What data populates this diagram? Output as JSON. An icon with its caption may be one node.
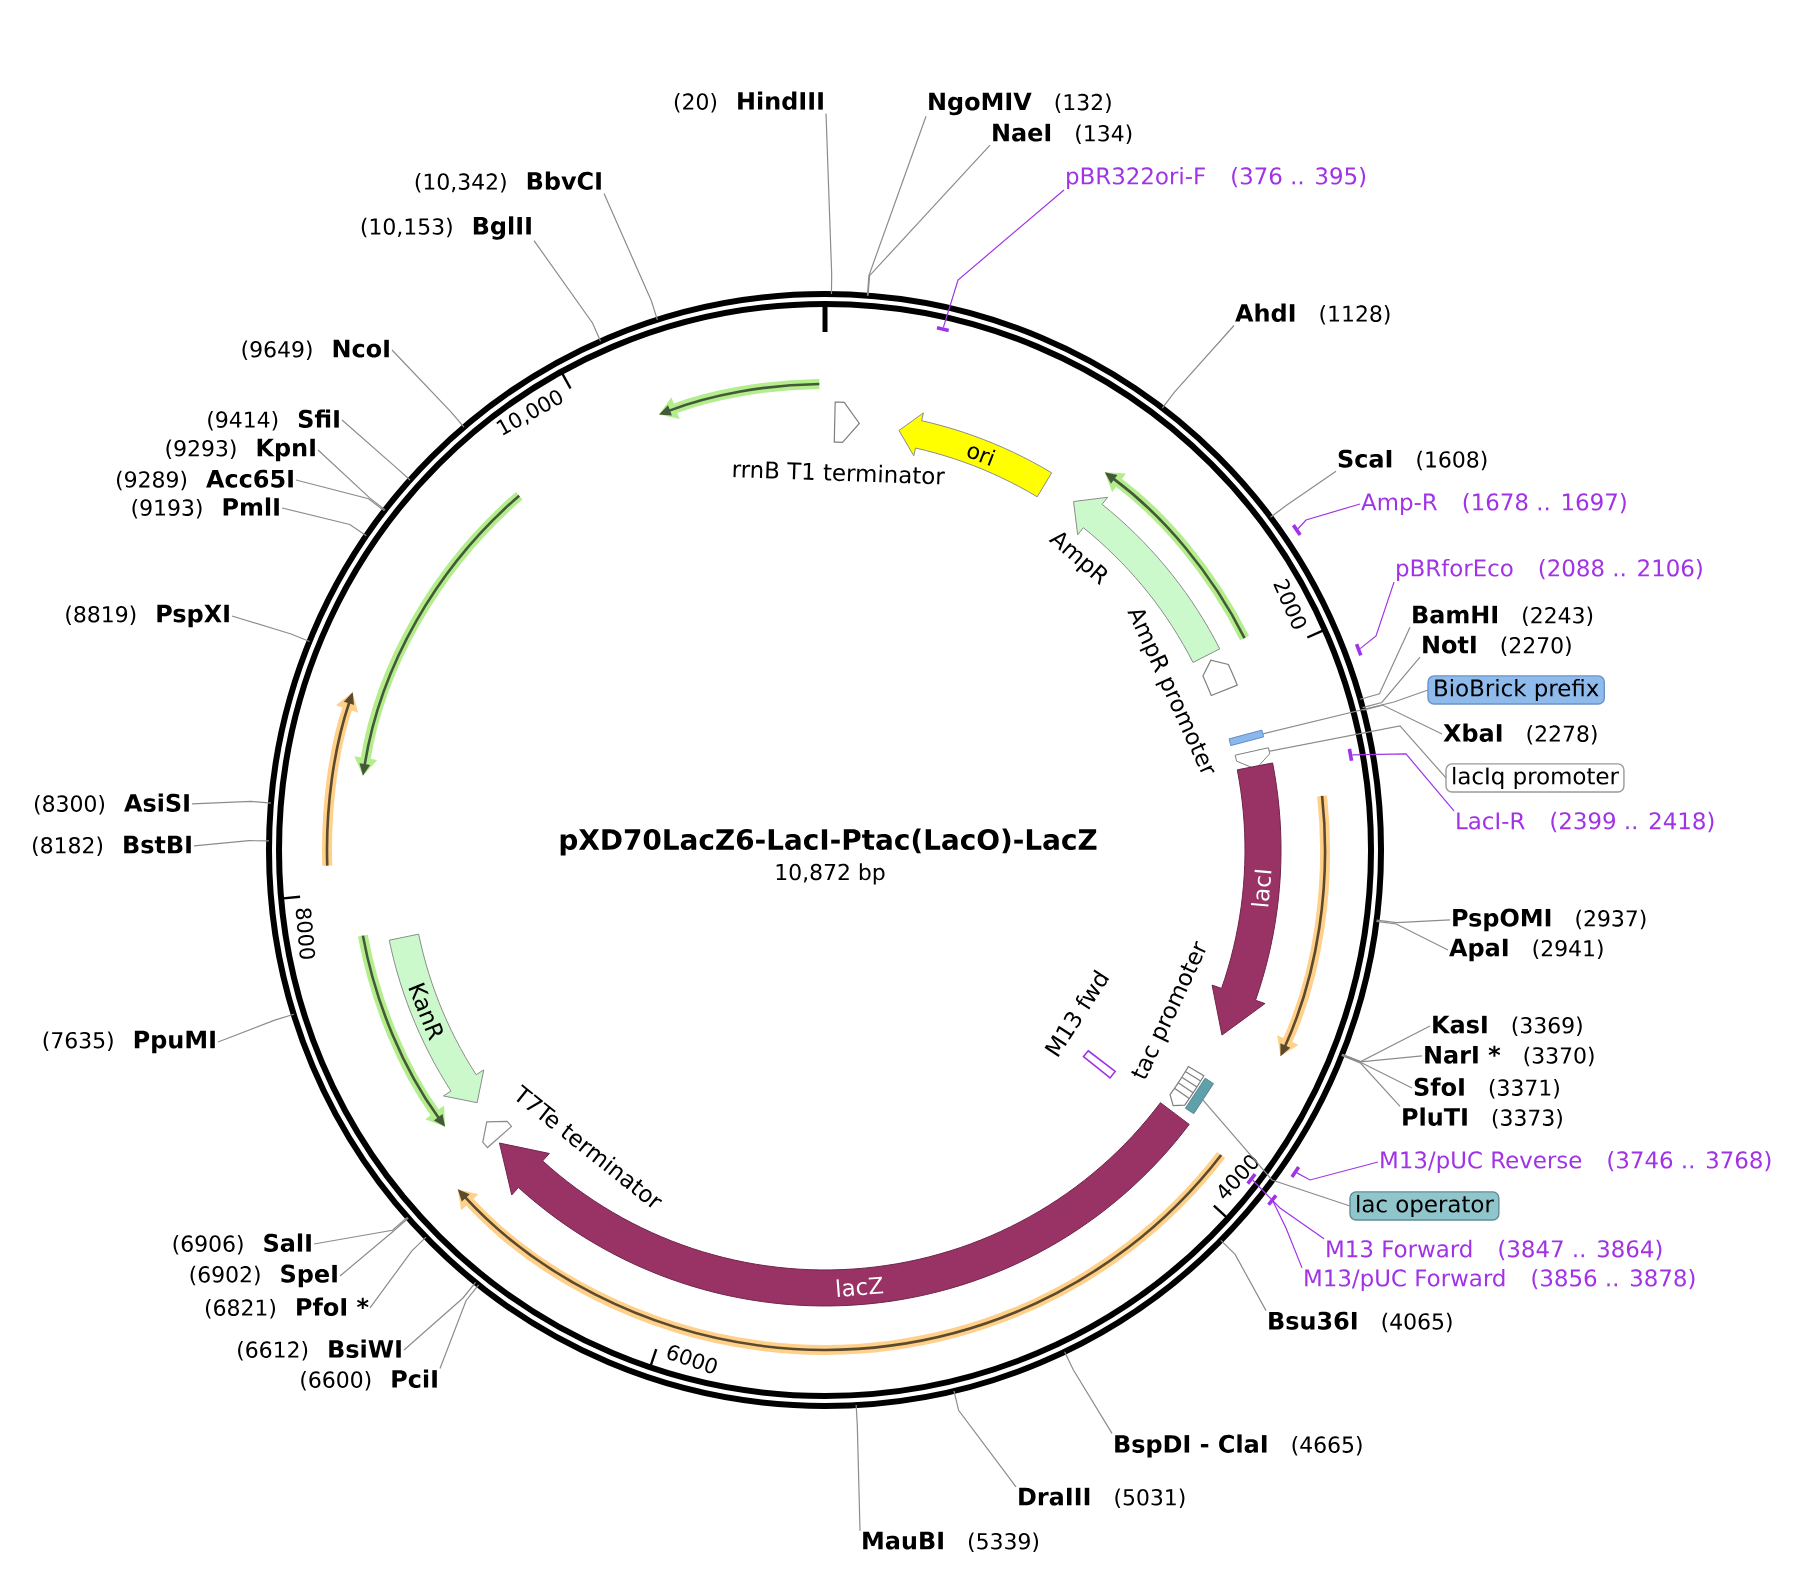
{
  "diagram": {
    "title": "pXD70LacZ6-LacI-Ptac(LacO)-LacZ",
    "nodes": [
      {
        "text": [],
        "shape": "circle"
      },
      {
        "text": [
          "(20)",
          "HindIII"
        ]
      },
      {
        "text": [
          "NgoMIV",
          "(132)"
        ]
      },
      {
        "text": [
          "NaeI",
          "(134)"
        ]
      },
      {
        "text": [
          "pBR322ori-F",
          "(376 .. 395)"
        ]
      },
      {
        "text": [
          "AhdI",
          "(1128)"
        ]
      },
      {
        "text": [
          "ScaI",
          "(1608)"
        ]
      },
      {
        "text": [
          "Amp-R",
          "(1678 .. 1697)"
        ]
      },
      {
        "text": [
          "pBRforEco",
          "(2088 .. 2106)"
        ]
      },
      {
        "text": [
          "BamHI",
          "(2243)"
        ]
      },
      {
        "text": [
          "NotI",
          "(2270)"
        ]
      },
      {
        "text": [
          "BioBrick prefix"
        ]
      },
      {
        "text": [
          "XbaI",
          "(2278)"
        ]
      },
      {
        "text": [
          "lacIq promoter"
        ]
      },
      {
        "text": [
          "LacI-R",
          "(2399 .. 2418)"
        ]
      },
      {
        "text": [
          "PspOMI",
          "(2937)"
        ]
      },
      {
        "text": [
          "ApaI",
          "(2941)"
        ]
      },
      {
        "text": [
          "KasI",
          "(3369)"
        ]
      },
      {
        "text": [
          "NarI *",
          "(3370)"
        ]
      },
      {
        "text": [
          "SfoI",
          "(3371)"
        ]
      },
      {
        "text": [
          "PluTI",
          "(3373)"
        ]
      },
      {
        "text": [
          "M13/pUC Reverse",
          "(3746 .. 3768)"
        ]
      },
      {
        "text": [
          "lac operator"
        ]
      },
      {
        "text": [
          "M13 Forward",
          "(3847 .. 3864)"
        ]
      },
      {
        "text": [
          "M13/pUC Forward",
          "(3856 .. 3878)"
        ]
      },
      {
        "text": [
          "Bsu36I",
          "(4065)"
        ]
      },
      {
        "text": [
          "BspDI - ClaI",
          "(4665)"
        ]
      },
      {
        "text": [
          "DraIII",
          "(5031)"
        ]
      },
      {
        "text": [
          "MauBI",
          "(5339)"
        ]
      },
      {
        "text": [
          "(6600)",
          "PciI"
        ]
      },
      {
        "text": [
          "(6612)",
          "BsiWI"
        ]
      },
      {
        "text": [
          "(6821)",
          "PfoI *"
        ]
      },
      {
        "text": [
          "(6902)",
          "SpeI"
        ]
      },
      {
        "text": [
          "(6906)",
          "SalI"
        ]
      },
      {
        "text": [
          "(7635)",
          "PpuMI"
        ]
      },
      {
        "text": [
          "(8182)",
          "BstBI"
        ]
      },
      {
        "text": [
          "(8300)",
          "AsiSI"
        ]
      },
      {
        "text": [
          "(8819)",
          "PspXI"
        ]
      },
      {
        "text": [
          "(9193)",
          "PmlI"
        ]
      },
      {
        "text": [
          "(9289)",
          "Acc65I"
        ]
      },
      {
        "text": [
          "(9293)",
          "KpnI"
        ]
      },
      {
        "text": [
          "(9414)",
          "SfiI"
        ]
      },
      {
        "text": [
          "(9649)",
          "NcoI"
        ]
      },
      {
        "text": [
          "(10,153)",
          "BglII"
        ]
      },
      {
        "text": [
          "(10,342)",
          "BbvCI"
        ]
      },
      {
        "text": [],
        "shape": "bar",
        "in": 0
      },
      {
        "text": [],
        "shape": "bar"
      },
      {
        "text": [],
        "shape": "bar"
      },
      {
        "text": [],
        "shape": "bar",
        "in": 0
      },
      {
        "text": [],
        "shape": "bar"
      },
      {
        "text": [],
        "shape": "bar",
        "in": 0
      },
      {
        "text": [],
        "shape": "bar"
      },
      {
        "text": [
          "rrnB T1 terminator"
        ],
        "in": 0
      },
      {
        "text": [
          "ori"
        ],
        "in": 0
      },
      {
        "text": [
          "AmpR"
        ],
        "in": 0
      },
      {
        "text": [
          "AmpR promoter"
        ],
        "in": 0
      },
      {
        "text": [],
        "shape": "bar",
        "in": 0
      },
      {
        "text": [],
        "shape": "arrow",
        "in": 0
      },
      {
        "text": [
          "lacI"
        ],
        "in": 0
      },
      {
        "text": [
          "M13 fwd"
        ],
        "in": 0
      },
      {
        "text": [
          "tac promoter"
        ],
        "in": 0
      },
      {
        "text": [],
        "shape": "bar",
        "in": 0
      },
      {
        "text": [
          "lacZ"
        ],
        "in": 0
      },
      {
        "text": [
          "T7Te terminator"
        ],
        "in": 0
      },
      {
        "text": [
          "KanR"
        ],
        "in": 0
      }
    ],
    "edges": [
      {
        "from": 1,
        "to": 0,
        "arrow": "none"
      },
      {
        "from": 2,
        "to": 0,
        "arrow": "none"
      },
      {
        "from": 3,
        "to": 0,
        "arrow": "none"
      },
      {
        "from": 4,
        "to": 45,
        "arrow": "none",
        "color": "#a033e6"
      },
      {
        "from": 5,
        "to": 0,
        "arrow": "none"
      },
      {
        "from": 6,
        "to": 0,
        "arrow": "none"
      },
      {
        "from": 7,
        "to": 46,
        "arrow": "none",
        "color": "#a033e6"
      },
      {
        "from": 8,
        "to": 47,
        "arrow": "none",
        "color": "#a033e6"
      },
      {
        "from": 9,
        "to": 0,
        "arrow": "none"
      },
      {
        "from": 10,
        "to": 0,
        "arrow": "none"
      },
      {
        "from": 11,
        "to": 56,
        "arrow": "none"
      },
      {
        "from": 12,
        "to": 0,
        "arrow": "none"
      },
      {
        "from": 13,
        "to": 57,
        "arrow": "none"
      },
      {
        "from": 14,
        "to": 48,
        "arrow": "none",
        "color": "#a033e6"
      },
      {
        "from": 15,
        "to": 0,
        "arrow": "none"
      },
      {
        "from": 16,
        "to": 0,
        "arrow": "none"
      },
      {
        "from": 17,
        "to": 0,
        "arrow": "none"
      },
      {
        "from": 18,
        "to": 0,
        "arrow": "none"
      },
      {
        "from": 19,
        "to": 0,
        "arrow": "none"
      },
      {
        "from": 20,
        "to": 0,
        "arrow": "none"
      },
      {
        "from": 21,
        "to": 49,
        "arrow": "none",
        "color": "#a033e6"
      },
      {
        "from": 22,
        "to": 61,
        "arrow": "none"
      },
      {
        "from": 23,
        "to": 50,
        "arrow": "none",
        "color": "#a033e6"
      },
      {
        "from": 24,
        "to": 51,
        "arrow": "none",
        "color": "#a033e6"
      },
      {
        "from": 25,
        "to": 0,
        "arrow": "none"
      },
      {
        "from": 26,
        "to": 0,
        "arrow": "none"
      },
      {
        "from": 27,
        "to": 0,
        "arrow": "none"
      },
      {
        "from": 28,
        "to": 0,
        "arrow": "none"
      },
      {
        "from": 29,
        "to": 0,
        "arrow": "none"
      },
      {
        "from": 30,
        "to": 0,
        "arrow": "none"
      },
      {
        "from": 31,
        "to": 0,
        "arrow": "none"
      },
      {
        "from": 32,
        "to": 0,
        "arrow": "none"
      },
      {
        "from": 33,
        "to": 0,
        "arrow": "none"
      },
      {
        "from": 34,
        "to": 0,
        "arrow": "none"
      },
      {
        "from": 35,
        "to": 0,
        "arrow": "none"
      },
      {
        "from": 36,
        "to": 0,
        "arrow": "none"
      },
      {
        "from": 37,
        "to": 0,
        "arrow": "none"
      },
      {
        "from": 38,
        "to": 0,
        "arrow": "none"
      },
      {
        "from": 39,
        "to": 0,
        "arrow": "none"
      },
      {
        "from": 40,
        "to": 0,
        "arrow": "none"
      },
      {
        "from": 41,
        "to": 0,
        "arrow": "none"
      },
      {
        "from": 42,
        "to": 0,
        "arrow": "none"
      },
      {
        "from": 43,
        "to": 0,
        "arrow": "none"
      },
      {
        "from": 44,
        "to": 0,
        "arrow": "none"
      }
    ],
    "labels": [
      "10,000",
      "2000",
      "10,872 bp",
      "8000",
      "4000",
      "6000"
    ]
  }
}
